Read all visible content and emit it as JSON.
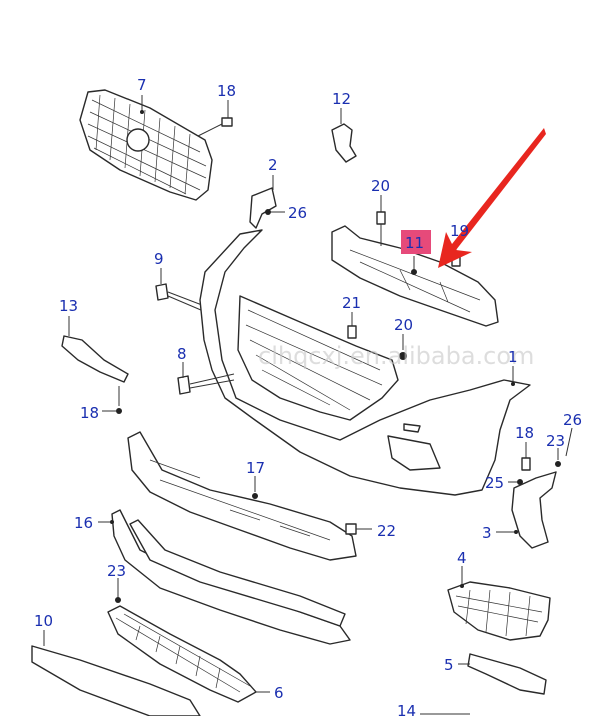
{
  "watermark": "clhqcxj.en.alibaba.com",
  "highlight_label": "11",
  "colors": {
    "label": "#1a2fb0",
    "highlight_box": "#e64a7a",
    "arrow": "#e8261f",
    "stroke": "#2a2a2a"
  },
  "parts": [
    {
      "id": "p7",
      "label": "7"
    },
    {
      "id": "p18a",
      "label": "18"
    },
    {
      "id": "p12",
      "label": "12"
    },
    {
      "id": "p2",
      "label": "2"
    },
    {
      "id": "p26a",
      "label": "26"
    },
    {
      "id": "p20a",
      "label": "20"
    },
    {
      "id": "p19",
      "label": "19"
    },
    {
      "id": "p9",
      "label": "9"
    },
    {
      "id": "p13",
      "label": "13"
    },
    {
      "id": "p21",
      "label": "21"
    },
    {
      "id": "p20b",
      "label": "20"
    },
    {
      "id": "p8",
      "label": "8"
    },
    {
      "id": "p1",
      "label": "1"
    },
    {
      "id": "p18b",
      "label": "18"
    },
    {
      "id": "p26b",
      "label": "26"
    },
    {
      "id": "p18c",
      "label": "18"
    },
    {
      "id": "p23a",
      "label": "23"
    },
    {
      "id": "p17",
      "label": "17"
    },
    {
      "id": "p25",
      "label": "25"
    },
    {
      "id": "p16",
      "label": "16"
    },
    {
      "id": "p22",
      "label": "22"
    },
    {
      "id": "p3",
      "label": "3"
    },
    {
      "id": "p4",
      "label": "4"
    },
    {
      "id": "p23b",
      "label": "23"
    },
    {
      "id": "p10",
      "label": "10"
    },
    {
      "id": "p6",
      "label": "6"
    },
    {
      "id": "p5",
      "label": "5"
    },
    {
      "id": "p14",
      "label": "14"
    }
  ]
}
